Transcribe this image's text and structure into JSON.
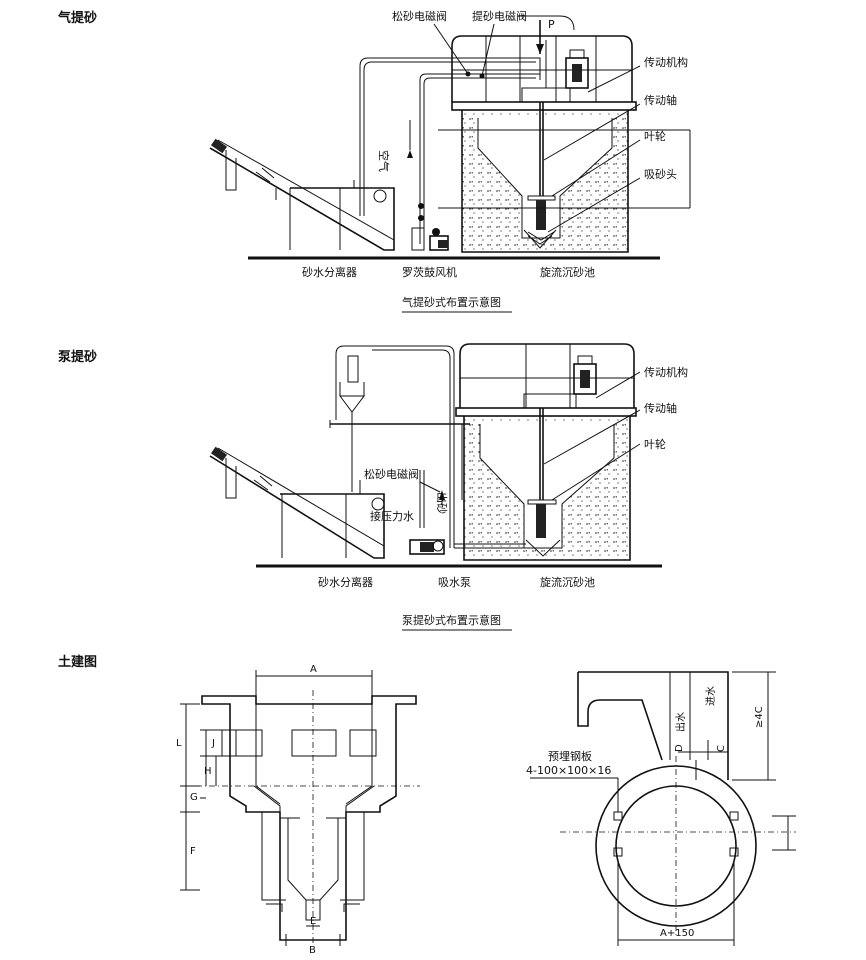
{
  "sections": {
    "air": "气提砂",
    "pump": "泵提砂",
    "civil": "土建图"
  },
  "air_diagram": {
    "caption": "气提砂式布置示意图",
    "labels": {
      "loosen_valve": "松砂电磁阀",
      "lift_valve": "提砂电磁阀",
      "p": "P",
      "drive": "传动机构",
      "shaft": "传动轴",
      "impeller": "叶轮",
      "suction_head": "吸砂头",
      "air": "空气",
      "separator": "砂水分离器",
      "blower": "罗茨鼓风机",
      "tank": "旋流沉砂池"
    }
  },
  "pump_diagram": {
    "caption": "泵提砂式布置示意图",
    "labels": {
      "drive": "传动机构",
      "shaft": "传动轴",
      "impeller": "叶轮",
      "loosen_valve": "松砂电磁阀",
      "sand_out": "出砂",
      "pressure_water": "接压力水",
      "separator": "砂水分离器",
      "pump": "吸水泵",
      "tank": "旋流沉砂池"
    }
  },
  "civil": {
    "section": {
      "A": "A",
      "J": "J",
      "H": "H",
      "L": "L",
      "G": "G",
      "F": "F",
      "E": "E",
      "B": "B"
    },
    "plan": {
      "inlet": "进水",
      "outlet": "出水",
      "ge4c": "≥4C",
      "d": "D",
      "c": "C",
      "embed_plate": "预埋钢板",
      "embed_spec": "4-100×100×16",
      "a150": "A+150"
    }
  }
}
